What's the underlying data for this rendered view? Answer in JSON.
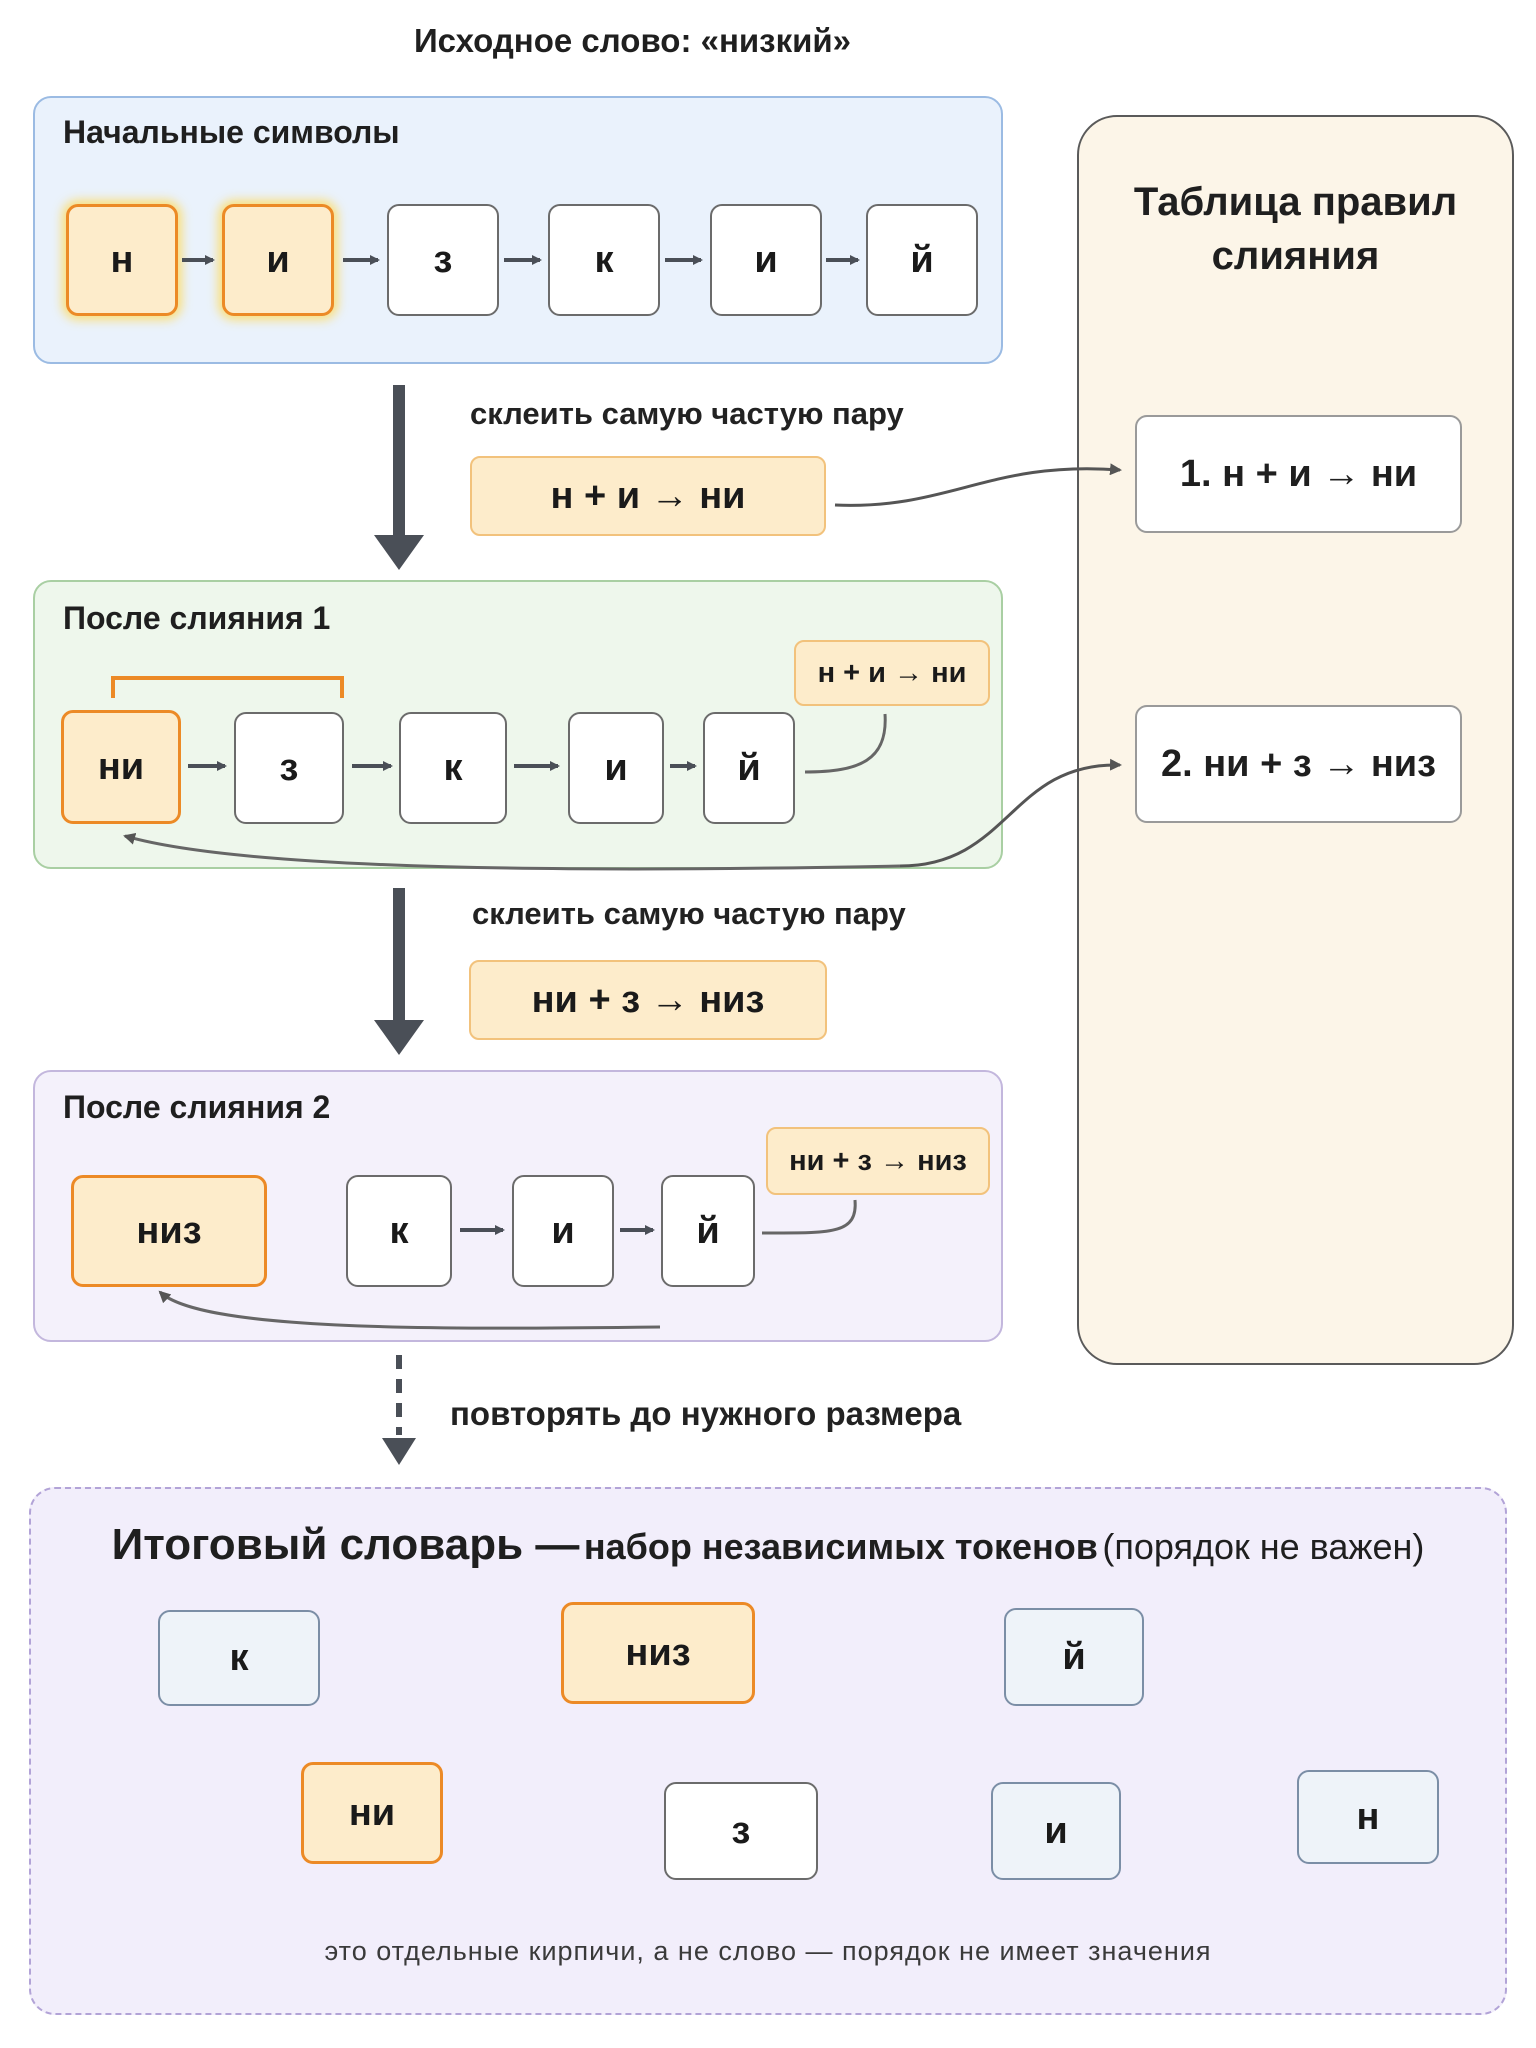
{
  "title": "Исходное слово: «низкий»",
  "initial": {
    "label": "Начальные символы",
    "tokens": [
      "н",
      "и",
      "з",
      "к",
      "и",
      "й"
    ]
  },
  "merge_caption_1": "склеить самую частую пару",
  "merge_rule_1": "н + и → ни",
  "after1": {
    "label": "После слияния 1",
    "tokens": [
      "ни",
      "з",
      "к",
      "и",
      "й"
    ],
    "chip": "н + и → ни"
  },
  "merge_caption_2": "склеить самую частую пару",
  "merge_rule_2": "ни + з → низ",
  "after2": {
    "label": "После слияния 2",
    "tokens": [
      "низ",
      "к",
      "и",
      "й"
    ],
    "chip": "ни + з → низ"
  },
  "repeat_caption": "повторять до нужного размера",
  "rules_table": {
    "title_line1": "Таблица правил",
    "title_line2": "слияния",
    "rules": [
      "1.  н + и → ни",
      "2. ни + з → низ"
    ]
  },
  "final": {
    "title_main": "Итоговый словарь —",
    "title_sub": "набор независимых токенов",
    "title_note": "(порядок не важен)",
    "tokens": [
      "к",
      "низ",
      "й",
      "ни",
      "з",
      "и",
      "н"
    ],
    "footnote": "это отдельные кирпичи, а не слово — порядок не имеет значения"
  },
  "colors": {
    "accent_orange": "#ec8a26",
    "highlight_fill": "#fdeccb",
    "arrow": "#4a4f57"
  }
}
